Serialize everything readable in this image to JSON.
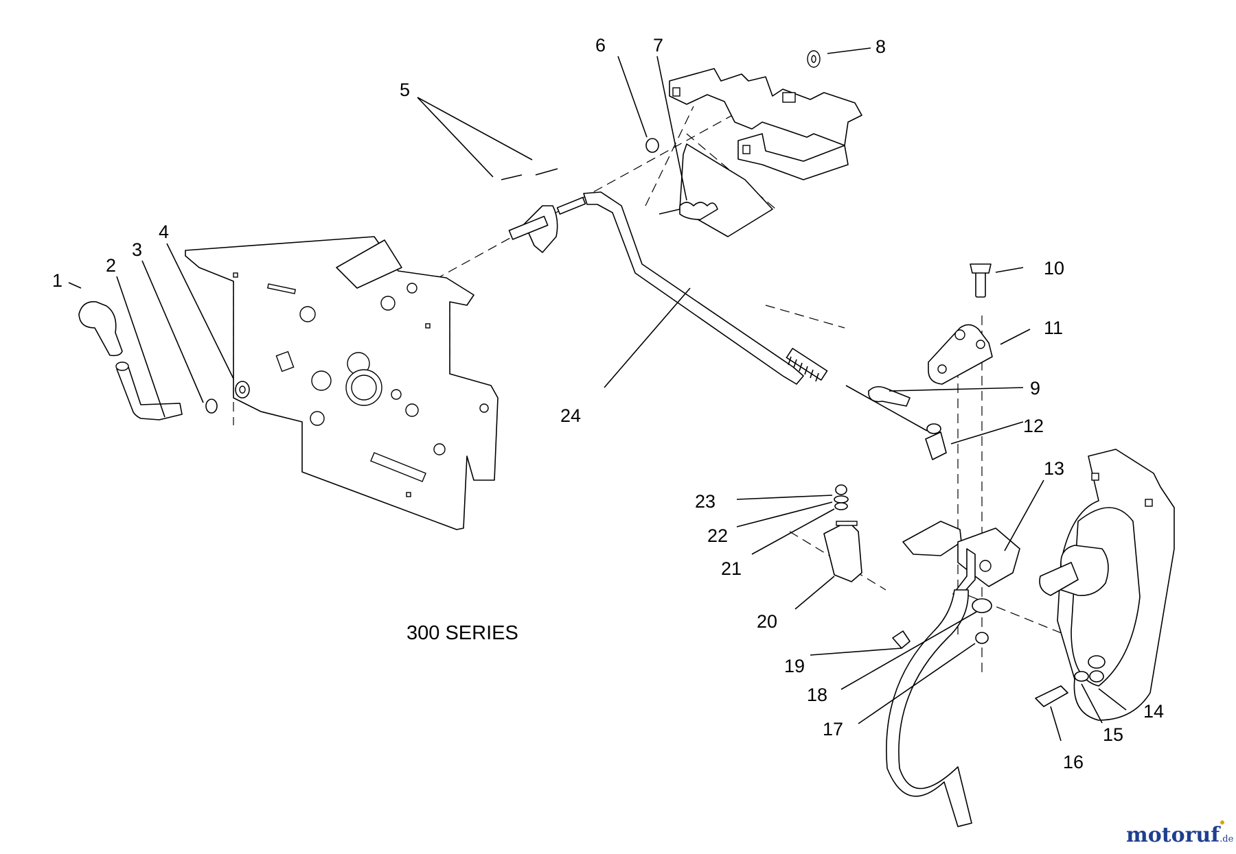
{
  "diagram": {
    "series_label": "300 SERIES",
    "callouts": [
      "1",
      "2",
      "3",
      "4",
      "5",
      "6",
      "7",
      "8",
      "9",
      "10",
      "11",
      "12",
      "13",
      "14",
      "15",
      "16",
      "17",
      "18",
      "19",
      "20",
      "21",
      "22",
      "23",
      "24"
    ]
  },
  "watermark": {
    "brand": "motoruf",
    "suffix": ".de",
    "accent_color": "#1f3f8f",
    "dot_color": "#d9a400"
  }
}
